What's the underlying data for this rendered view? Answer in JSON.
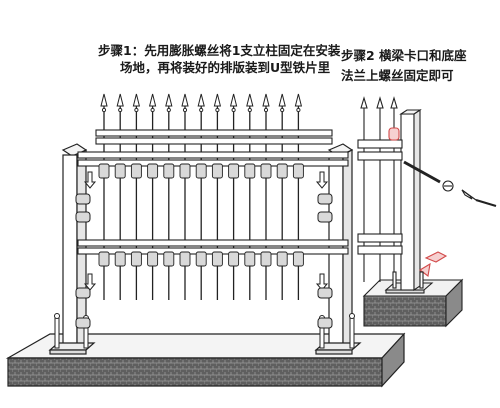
{
  "step1": {
    "line1": "步骤1：先用膨胀螺丝将1支立柱固定在安装",
    "line2": "场地，再将装好的排版装到U型铁片里"
  },
  "step2": {
    "line1": "步骤2  横梁卡口和底座",
    "line2": "法兰上螺丝固定即可"
  },
  "colors": {
    "line": "#222222",
    "bracket_fill": "#d9d9d9",
    "slab_side": "#6e6e6e",
    "slab_top": "#f2f2f2",
    "highlight": "#d24a4a"
  },
  "icons": [
    "spear-pickets",
    "u-bracket",
    "post-cap",
    "expansion-bolt",
    "down-arrow",
    "screwdriver"
  ]
}
